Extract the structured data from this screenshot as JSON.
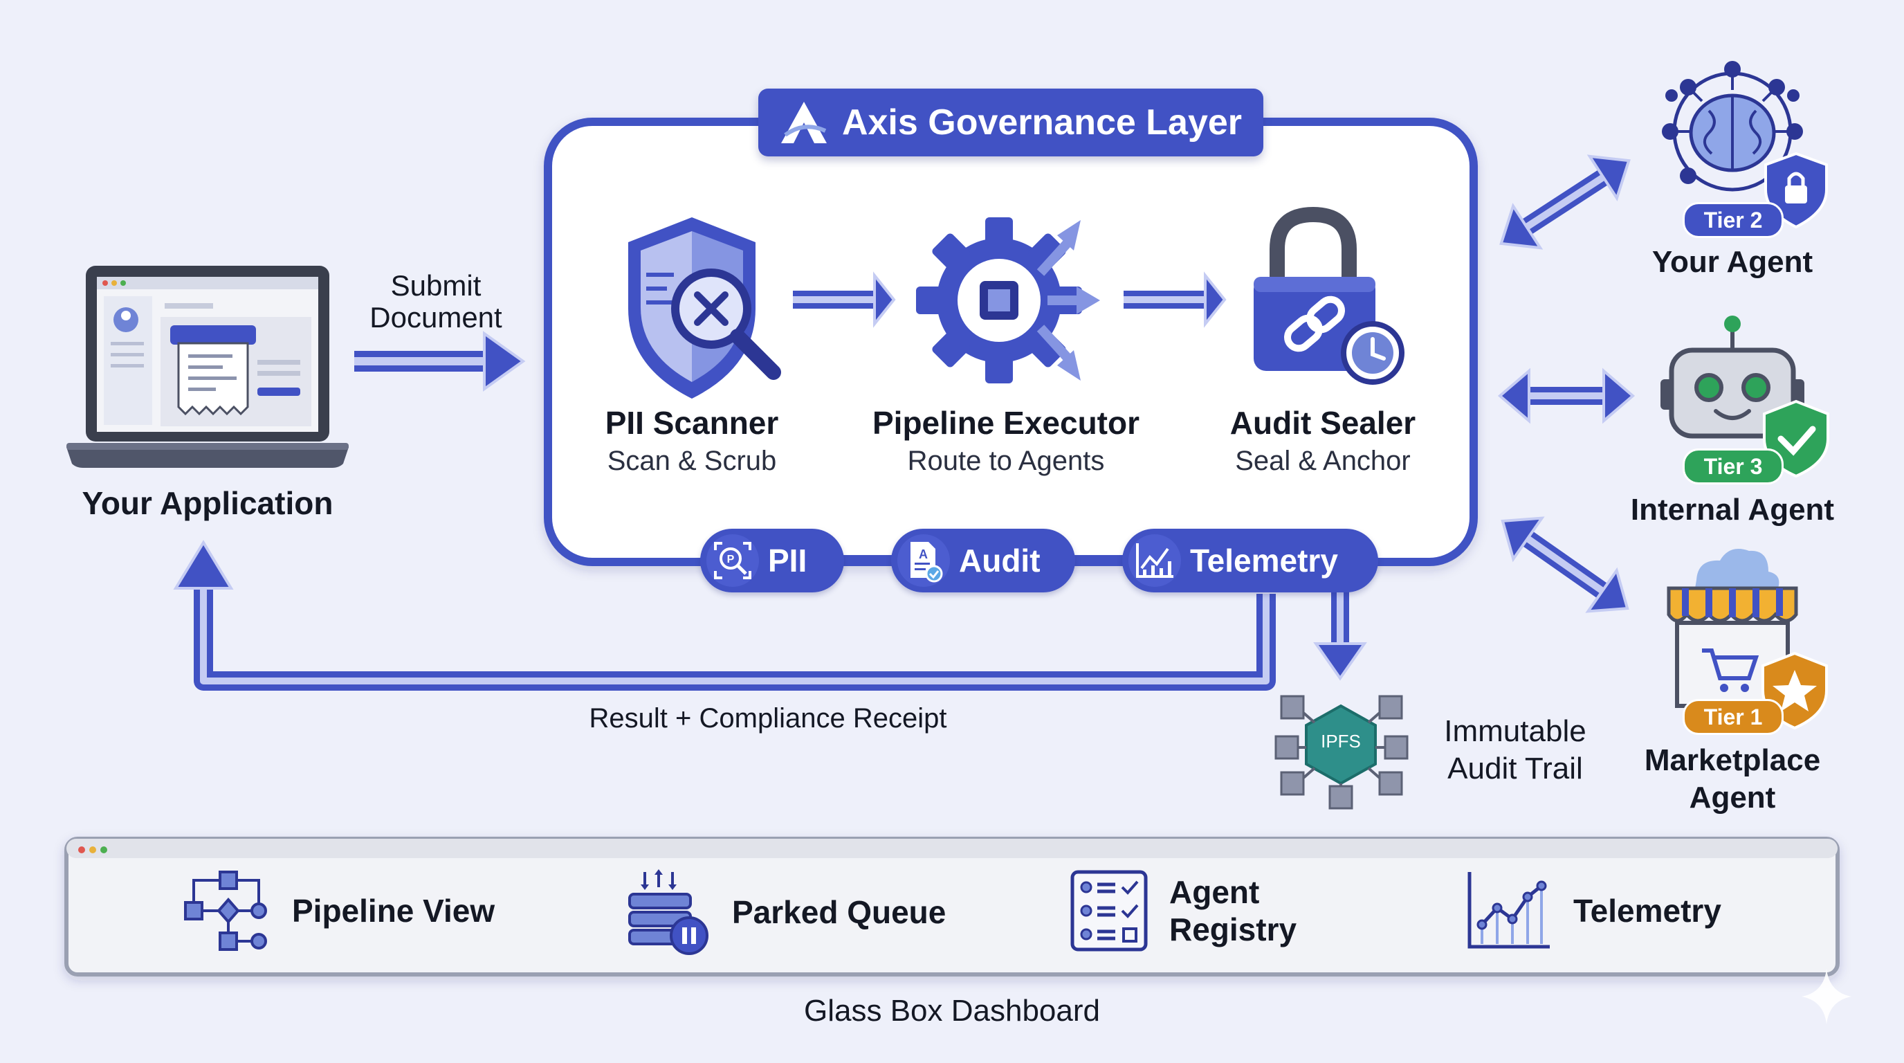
{
  "governance": {
    "title": "Axis Governance Layer",
    "stages": [
      {
        "name": "PII Scanner",
        "sub": "Scan & Scrub",
        "icon": "shield-search-icon"
      },
      {
        "name": "Pipeline Executor",
        "sub": "Route to Agents",
        "icon": "gear-chip-icon"
      },
      {
        "name": "Audit Sealer",
        "sub": "Seal & Anchor",
        "icon": "padlock-clock-icon"
      }
    ],
    "pills": [
      {
        "label": "PII",
        "icon": "pii-scan-icon"
      },
      {
        "label": "Audit",
        "icon": "audit-doc-icon"
      },
      {
        "label": "Telemetry",
        "icon": "telemetry-chart-icon"
      }
    ]
  },
  "application": {
    "label": "Your Application",
    "icon": "laptop-icon"
  },
  "flows": {
    "submit": "Submit\nDocument",
    "result": "Result + Compliance Receipt"
  },
  "audit_trail": {
    "label": "Immutable\nAudit Trail",
    "badge": "IPFS",
    "icon": "ipfs-network-icon"
  },
  "agents": [
    {
      "name": "Your Agent",
      "tier": "Tier 2",
      "tier_color": "#4152c4",
      "icon": "brain-network-icon",
      "badge_icon": "lock-shield-icon"
    },
    {
      "name": "Internal Agent",
      "tier": "Tier 3",
      "tier_color": "#2ea35a",
      "icon": "robot-icon",
      "badge_icon": "check-shield-icon"
    },
    {
      "name": "Marketplace\nAgent",
      "tier": "Tier 1",
      "tier_color": "#d98a1c",
      "icon": "storefront-icon",
      "badge_icon": "star-shield-icon"
    }
  ],
  "dashboard": {
    "title": "Glass Box Dashboard",
    "items": [
      {
        "label": "Pipeline View",
        "icon": "flowchart-icon"
      },
      {
        "label": "Parked Queue",
        "icon": "queue-pause-icon"
      },
      {
        "label": "Agent\nRegistry",
        "icon": "checklist-icon"
      },
      {
        "label": "Telemetry",
        "icon": "line-chart-icon"
      }
    ]
  },
  "colors": {
    "primary": "#4152c4",
    "dark": "#2c3694",
    "light": "#aab4ee",
    "background": "#eef0fa"
  }
}
